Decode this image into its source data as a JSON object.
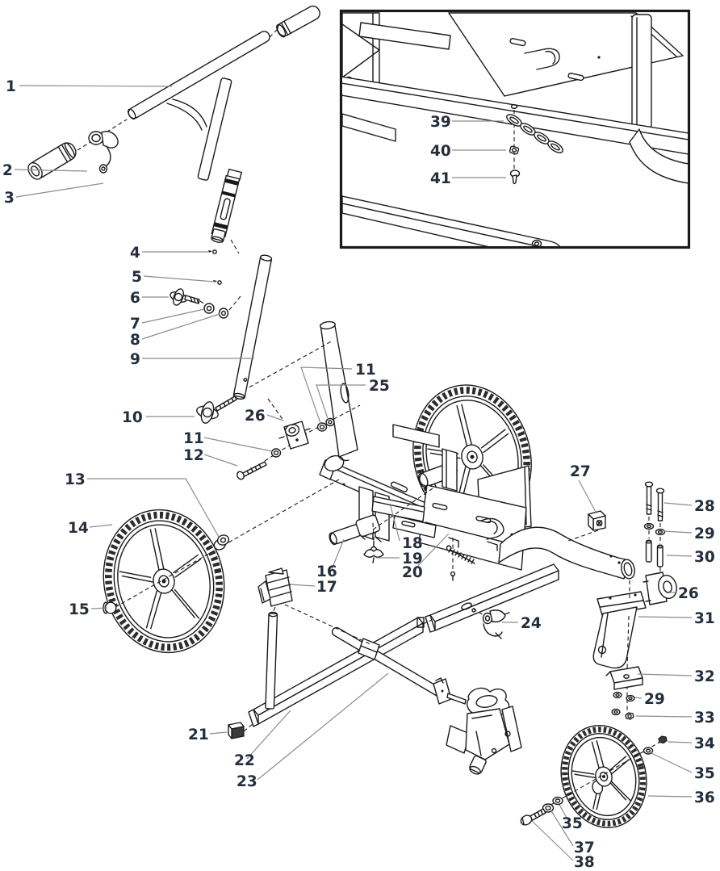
{
  "figure": {
    "type": "exploded-parts-diagram",
    "colors": {
      "line": "#1a1a1a",
      "label": "#242e3c",
      "leader": "#8c8c8c",
      "bg": "#ffffff"
    }
  },
  "callouts": [
    {
      "id": "c1",
      "label": "1"
    },
    {
      "id": "c2",
      "label": "2"
    },
    {
      "id": "c3",
      "label": "3"
    },
    {
      "id": "c4",
      "label": "4"
    },
    {
      "id": "c5",
      "label": "5"
    },
    {
      "id": "c6",
      "label": "6"
    },
    {
      "id": "c7",
      "label": "7"
    },
    {
      "id": "c8",
      "label": "8"
    },
    {
      "id": "c9",
      "label": "9"
    },
    {
      "id": "c10",
      "label": "10"
    },
    {
      "id": "c26a",
      "label": "26"
    },
    {
      "id": "c11a",
      "label": "11"
    },
    {
      "id": "c12",
      "label": "12"
    },
    {
      "id": "c13",
      "label": "13"
    },
    {
      "id": "c14",
      "label": "14"
    },
    {
      "id": "c15",
      "label": "15"
    },
    {
      "id": "c11b",
      "label": "11"
    },
    {
      "id": "c25",
      "label": "25"
    },
    {
      "id": "c16",
      "label": "16"
    },
    {
      "id": "c17",
      "label": "17"
    },
    {
      "id": "c18",
      "label": "18"
    },
    {
      "id": "c19",
      "label": "19"
    },
    {
      "id": "c20",
      "label": "20"
    },
    {
      "id": "c21",
      "label": "21"
    },
    {
      "id": "c22",
      "label": "22"
    },
    {
      "id": "c23",
      "label": "23"
    },
    {
      "id": "c24",
      "label": "24"
    },
    {
      "id": "c27",
      "label": "27"
    },
    {
      "id": "c28",
      "label": "28"
    },
    {
      "id": "c29a",
      "label": "29"
    },
    {
      "id": "c30",
      "label": "30"
    },
    {
      "id": "c26b",
      "label": "26"
    },
    {
      "id": "c31",
      "label": "31"
    },
    {
      "id": "c32",
      "label": "32"
    },
    {
      "id": "c29b",
      "label": "29"
    },
    {
      "id": "c33",
      "label": "33"
    },
    {
      "id": "c34",
      "label": "34"
    },
    {
      "id": "c35a",
      "label": "35"
    },
    {
      "id": "c36",
      "label": "36"
    },
    {
      "id": "c35b",
      "label": "35"
    },
    {
      "id": "c37",
      "label": "37"
    },
    {
      "id": "c38",
      "label": "38"
    },
    {
      "id": "c39",
      "label": "39"
    },
    {
      "id": "c40",
      "label": "40"
    },
    {
      "id": "c41",
      "label": "41"
    }
  ]
}
